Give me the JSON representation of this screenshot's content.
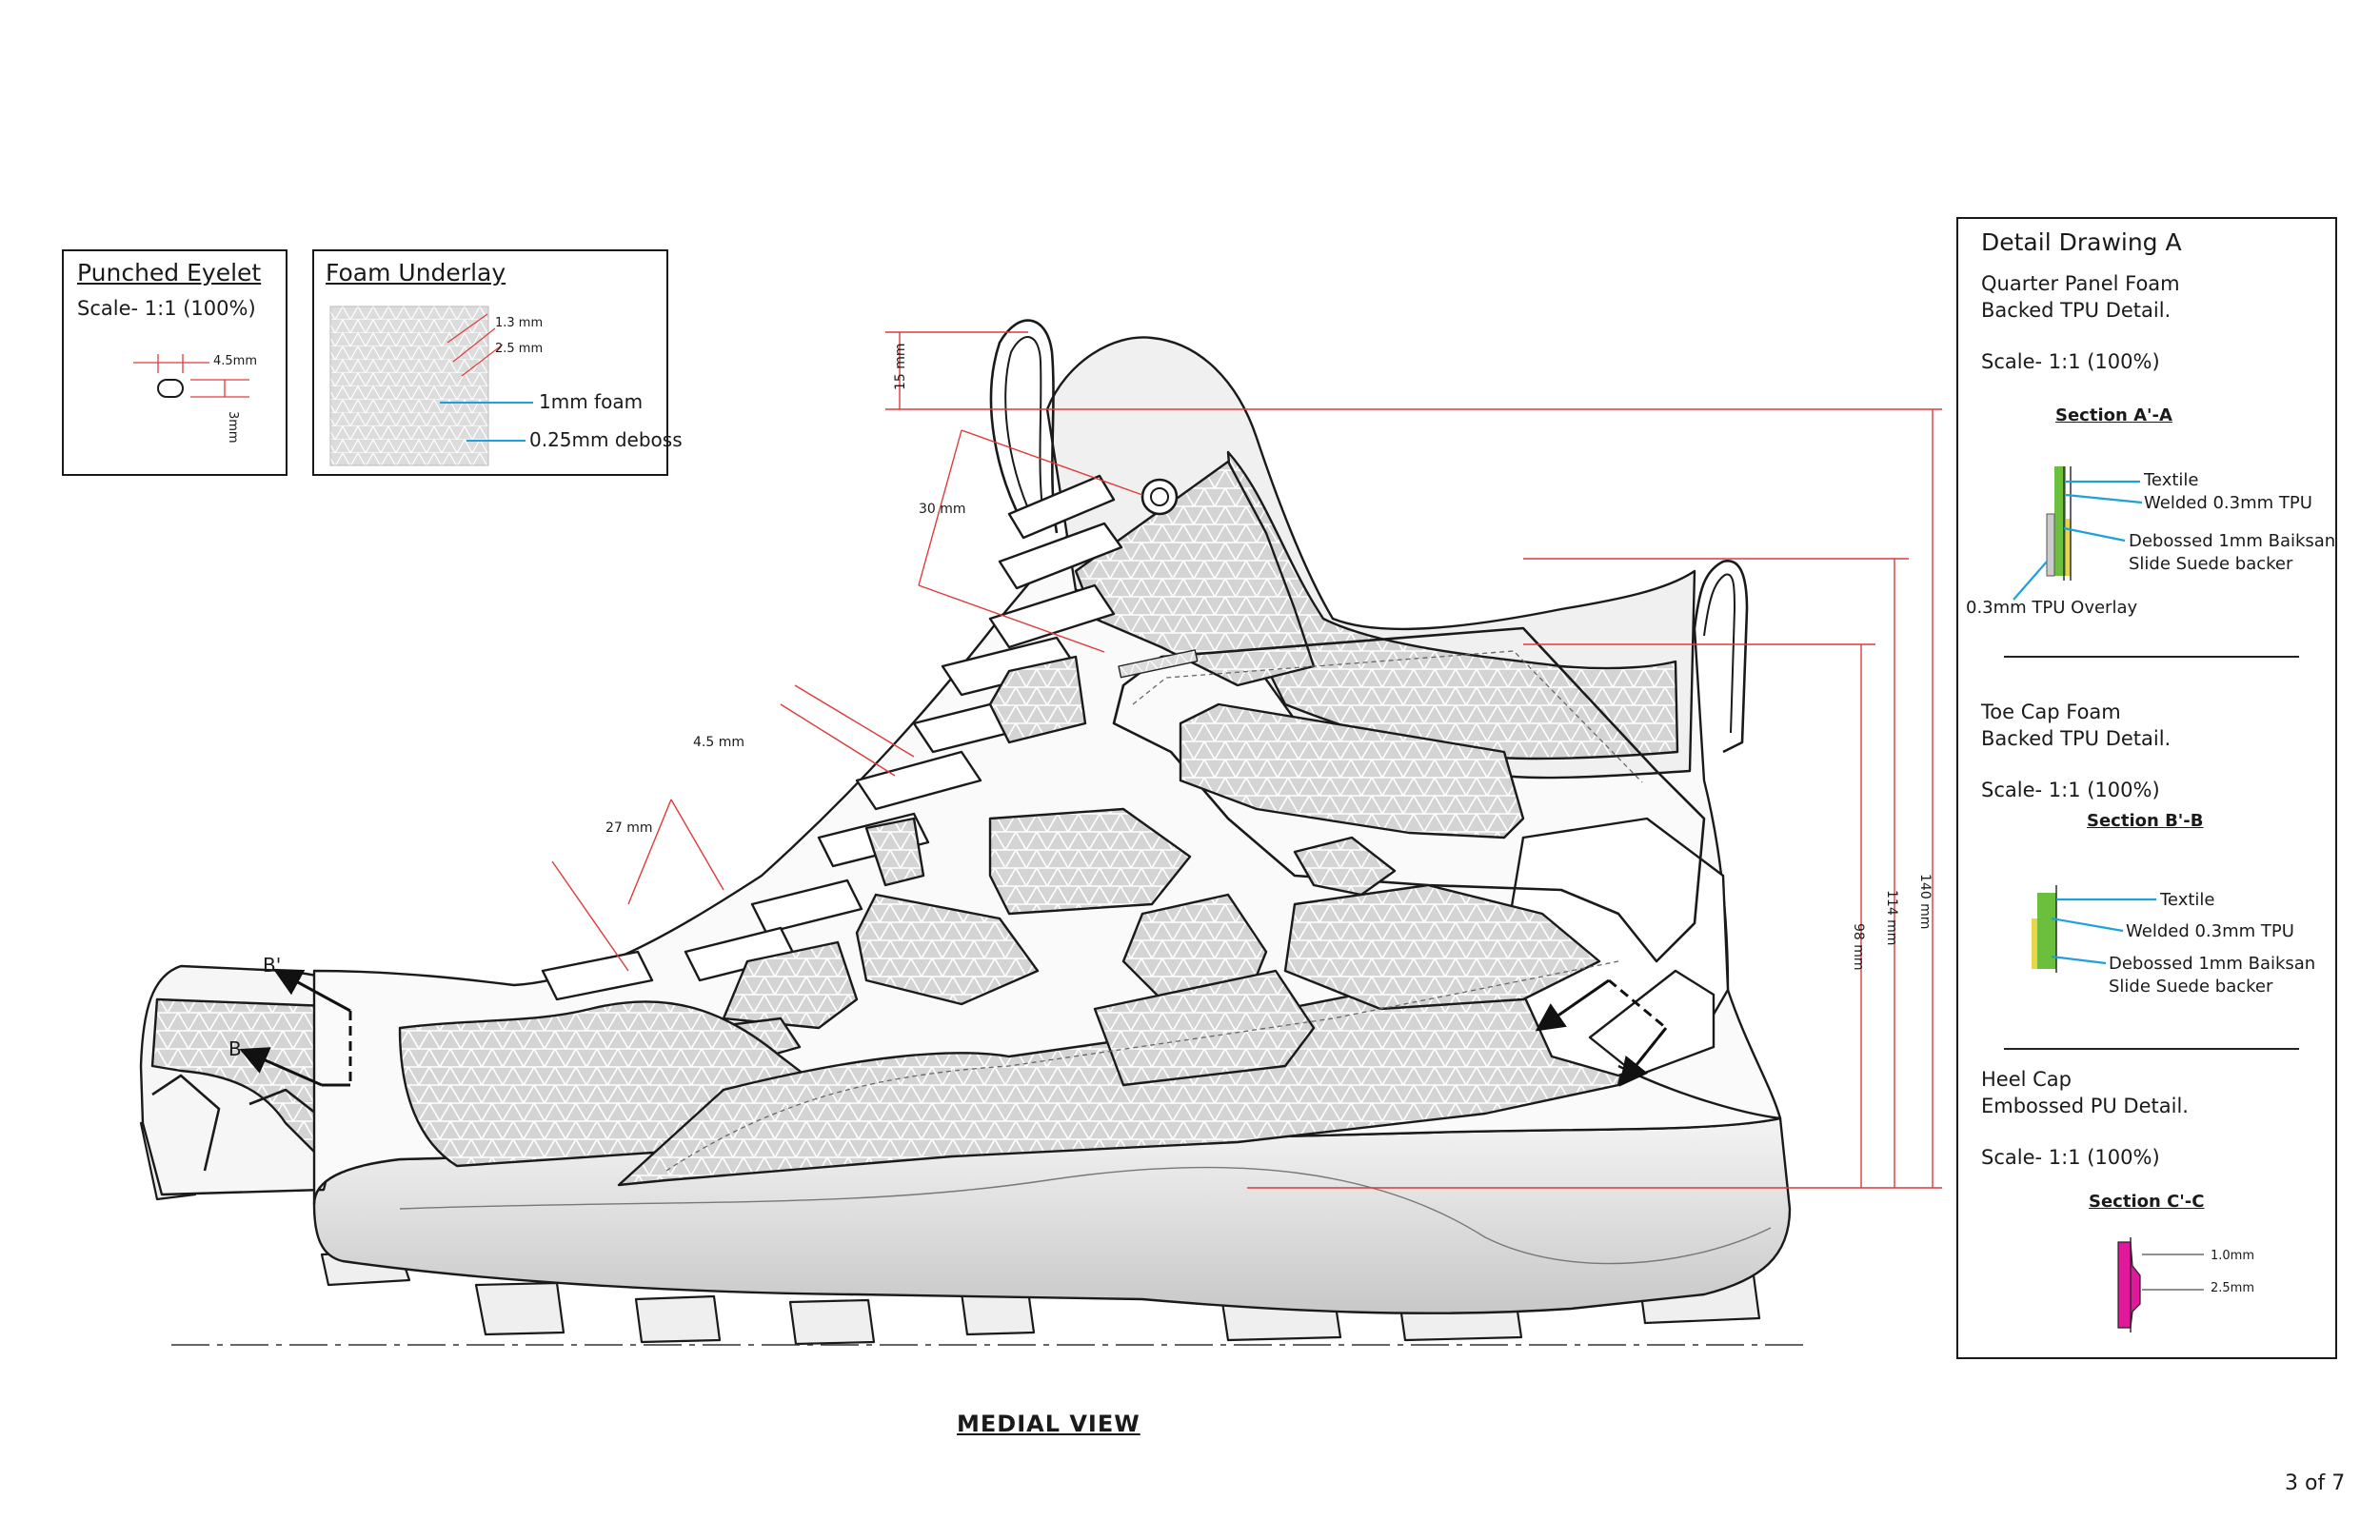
{
  "punched_eyelet": {
    "title": "Punched Eyelet",
    "scale": "Scale- 1:1 (100%)",
    "dim_width": "4.5mm",
    "dim_height": "3mm"
  },
  "foam_underlay": {
    "title": "Foam Underlay",
    "dim_a": "1.3 mm",
    "dim_b": "2.5 mm",
    "label_foam": "1mm foam",
    "label_deboss": "0.25mm deboss"
  },
  "shoe_dims": {
    "d15": "15 mm",
    "d30": "30 mm",
    "d45": "4.5 mm",
    "d27": "27 mm",
    "d140": "140 mm",
    "d114": "114 mm",
    "d98": "98 mm",
    "section_b_prime": "B'",
    "section_b": "B"
  },
  "view_label": "MEDIAL VIEW",
  "page_number": "3 of 7",
  "detail": {
    "title": "Detail Drawing A",
    "qp_line1": "Quarter Panel Foam",
    "qp_line2": "Backed TPU Detail.",
    "qp_scale": "Scale- 1:1 (100%)",
    "section_a": "Section A'-A",
    "a_textile": "Textile",
    "a_welded": "Welded 0.3mm TPU",
    "a_debossed1": "Debossed 1mm Baiksan",
    "a_debossed2": "Slide Suede backer",
    "a_overlay": "0.3mm TPU Overlay",
    "tc_line1": "Toe Cap Foam",
    "tc_line2": "Backed TPU Detail.",
    "tc_scale": "Scale- 1:1 (100%)",
    "section_b": "Section B'-B",
    "b_textile": "Textile",
    "b_welded": "Welded 0.3mm TPU",
    "b_debossed1": "Debossed 1mm Baiksan",
    "b_debossed2": "Slide Suede backer",
    "hc_line1": "Heel Cap",
    "hc_line2": "Embossed PU Detail.",
    "hc_scale": "Scale- 1:1 (100%)",
    "section_c": "Section C'-C",
    "c_d1": "1.0mm",
    "c_d2": "2.5mm"
  },
  "colors": {
    "callout_blue": "#1ea0dc",
    "dim_red": "#e03a3a",
    "textile_green": "#6cbf3c",
    "tpu_yellow": "#e8d64a",
    "pu_magenta": "#e0189a",
    "mesh_gray": "#cfcfcf"
  }
}
